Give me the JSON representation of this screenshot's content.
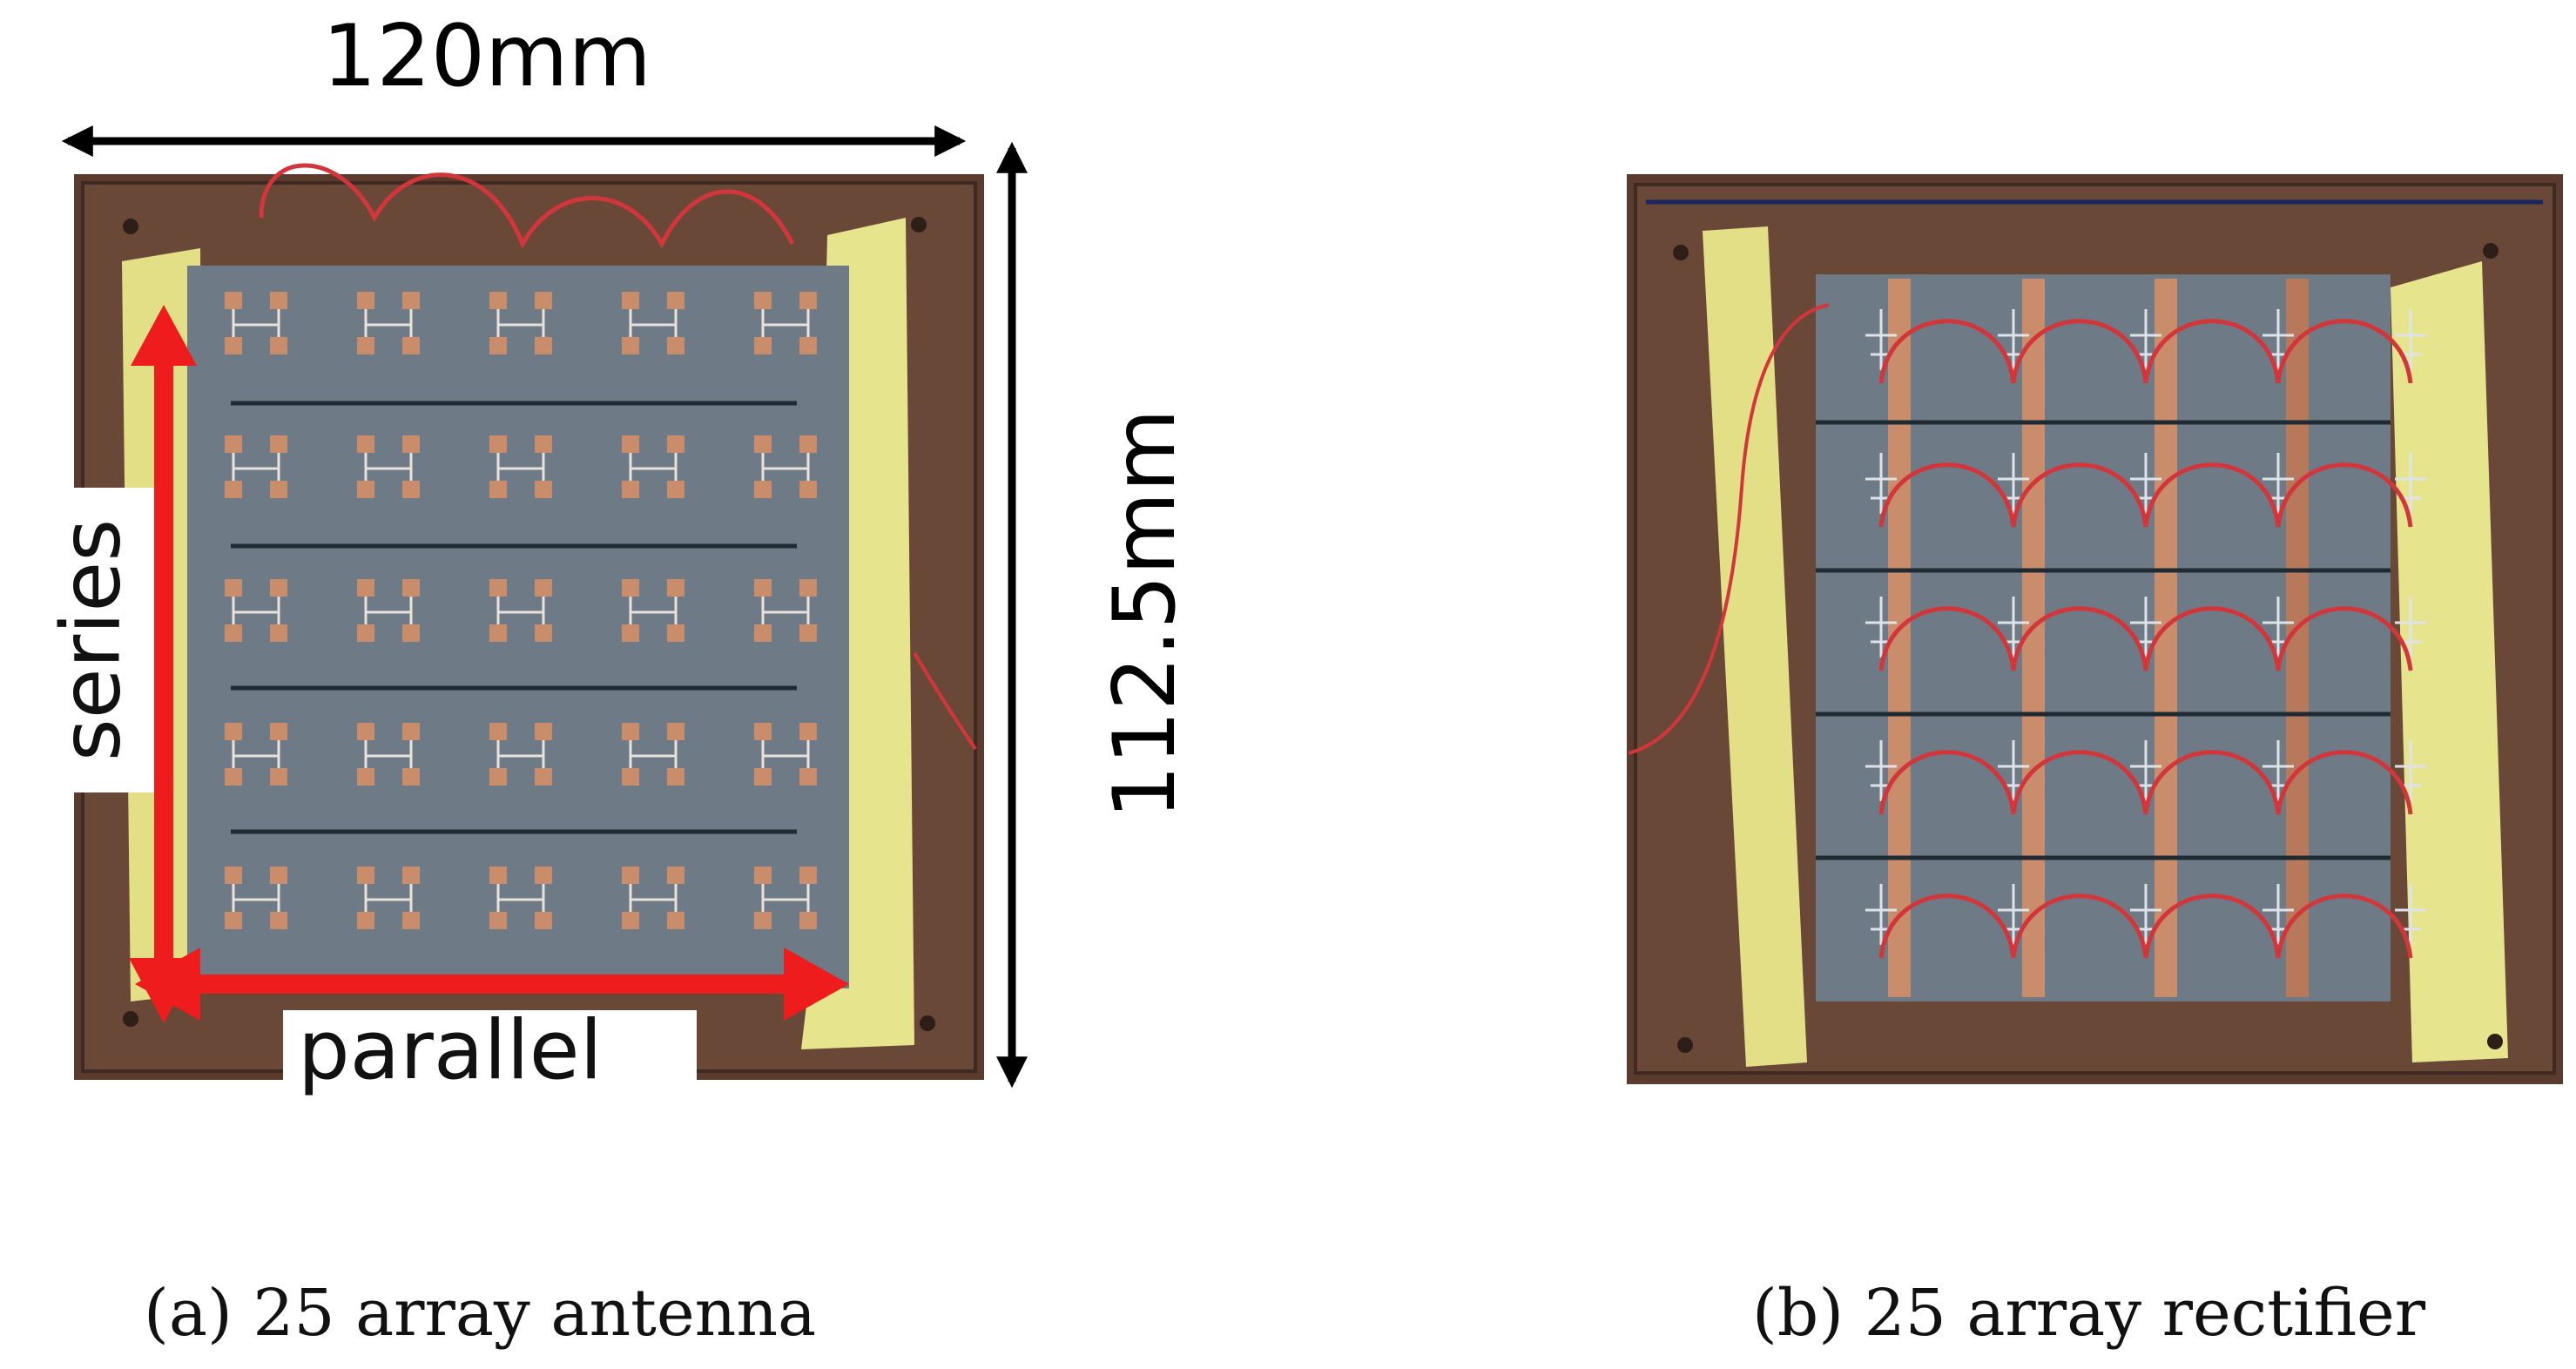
{
  "panel_a": {
    "caption": "(a) 25 array antenna",
    "width_label": "120mm",
    "height_label": "112.5mm",
    "series_label": "series",
    "parallel_label": "parallel",
    "grid_rows": 5,
    "grid_cols": 5
  },
  "panel_b": {
    "caption": "(b) 25 array rectifier",
    "grid_rows": 5,
    "grid_cols": 5
  },
  "colors": {
    "board_frame": "#5b3a2b",
    "substrate": "#6f7c86",
    "tape": "#e8e48a",
    "copper": "#c98d6b",
    "wire": "#d3363a",
    "arrow_red": "#ee1c1c"
  }
}
